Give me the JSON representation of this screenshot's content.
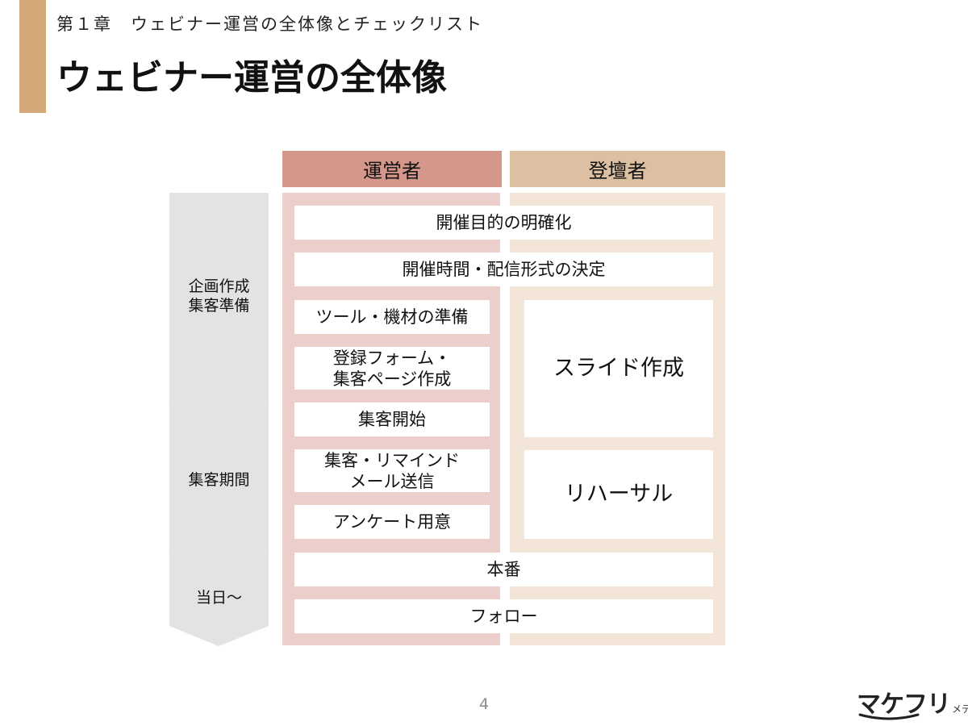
{
  "header": {
    "chapter": "第１章　ウェビナー運営の全体像とチェックリスト",
    "title": "ウェビナー運営の全体像"
  },
  "columns": {
    "organizer": "運営者",
    "speaker": "登壇者"
  },
  "phases": [
    {
      "label": "企画作成\n集客準備"
    },
    {
      "label": "集客期間"
    },
    {
      "label": "当日〜"
    }
  ],
  "tasks": {
    "purpose": "開催目的の明確化",
    "schedule_format": "開催時間・配信形式の決定",
    "tools": "ツール・機材の準備",
    "registration": "登録フォーム・\n集客ページ作成",
    "start_promo": "集客開始",
    "remind_mail": "集客・リマインド\nメール送信",
    "survey": "アンケート用意",
    "slides": "スライド作成",
    "rehearsal": "リハーサル",
    "live": "本番",
    "follow": "フォロー"
  },
  "footer": {
    "page_number": "4",
    "logo_main": "マケフリ",
    "logo_sub": "メディア"
  },
  "colors": {
    "accent": "#d3a97a",
    "organizer_header": "#d6978b",
    "organizer_bg": "#eccfcb",
    "speaker_header": "#dcc0a1",
    "speaker_bg": "#f3e6d8",
    "phase_arrow": "#e3e3e3",
    "page_number": "#888888"
  }
}
